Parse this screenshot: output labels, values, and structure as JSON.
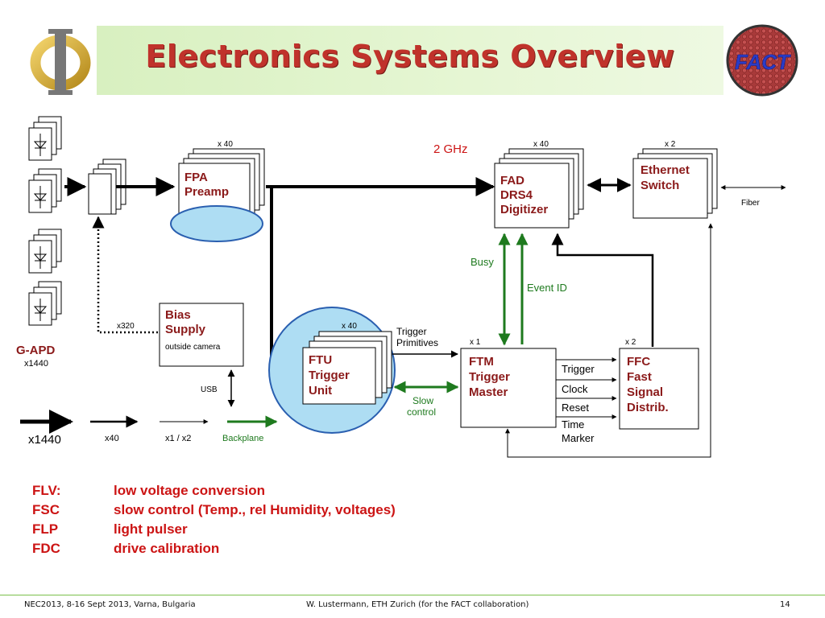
{
  "slide": {
    "title": "Electronics Systems Overview",
    "accent_color": "#c0322b",
    "header_band_color": "#dff3cb",
    "page_number": "14"
  },
  "logos": {
    "left": "phi-logo",
    "right": {
      "icon": "fact-logo",
      "text": "FACT"
    }
  },
  "diagram": {
    "frequency": "2 GHz",
    "g_apd": {
      "label": "G-APD",
      "count": "x1440"
    },
    "fpa": {
      "line1": "FPA",
      "line2": "Preamp",
      "mult": "x 40"
    },
    "fad": {
      "line1": "FAD",
      "line2": "DRS4",
      "line3": "Digitizer",
      "mult": "x 40"
    },
    "eth": {
      "line1": "Ethernet",
      "line2": "Switch",
      "mult": "x 2"
    },
    "fiber": "Fiber",
    "bias": {
      "line1": "Bias",
      "line2": "Supply",
      "line3": "outside camera",
      "mult": "x320"
    },
    "usb": "USB",
    "ftu": {
      "line1": "FTU",
      "line2": "Trigger",
      "line3": "Unit",
      "mult": "x 40"
    },
    "ftm": {
      "line1": "FTM",
      "line2": "Trigger",
      "line3": "Master",
      "mult": "x 1"
    },
    "ffc": {
      "line1": "FFC",
      "line2": "Fast",
      "line3": "Signal",
      "line4": "Distrib.",
      "mult": "x 2"
    },
    "busy": "Busy",
    "event_id": "Event ID",
    "trigger_primitives": {
      "line1": "Trigger",
      "line2": "Primitives"
    },
    "slow_control": {
      "line1": "Slow",
      "line2": "control"
    },
    "signals": {
      "trigger": "Trigger",
      "clock": "Clock",
      "reset": "Reset",
      "time_line1": "Time",
      "time_line2": "Marker"
    },
    "legend": {
      "x1440": "x1440",
      "x40": "x40",
      "x1x2": "x1 / x2",
      "backplane": "Backplane"
    },
    "colors": {
      "text_red": "#8b1a1a",
      "green": "#1e7a1e",
      "highlight_fill": "#aeddf3",
      "highlight_stroke": "#2a5fb0"
    }
  },
  "abbreviations": [
    {
      "term": "FLV:",
      "desc": "low voltage conversion"
    },
    {
      "term": "FSC",
      "desc": "slow control (Temp., rel Humidity, voltages)"
    },
    {
      "term": "FLP",
      "desc": "light pulser"
    },
    {
      "term": "FDC",
      "desc": "drive calibration"
    }
  ],
  "footer": {
    "left": "NEC2013, 8-16 Sept 2013, Varna, Bulgaria",
    "center": "W. Lustermann, ETH Zurich (for the FACT collaboration)",
    "right": "14"
  }
}
